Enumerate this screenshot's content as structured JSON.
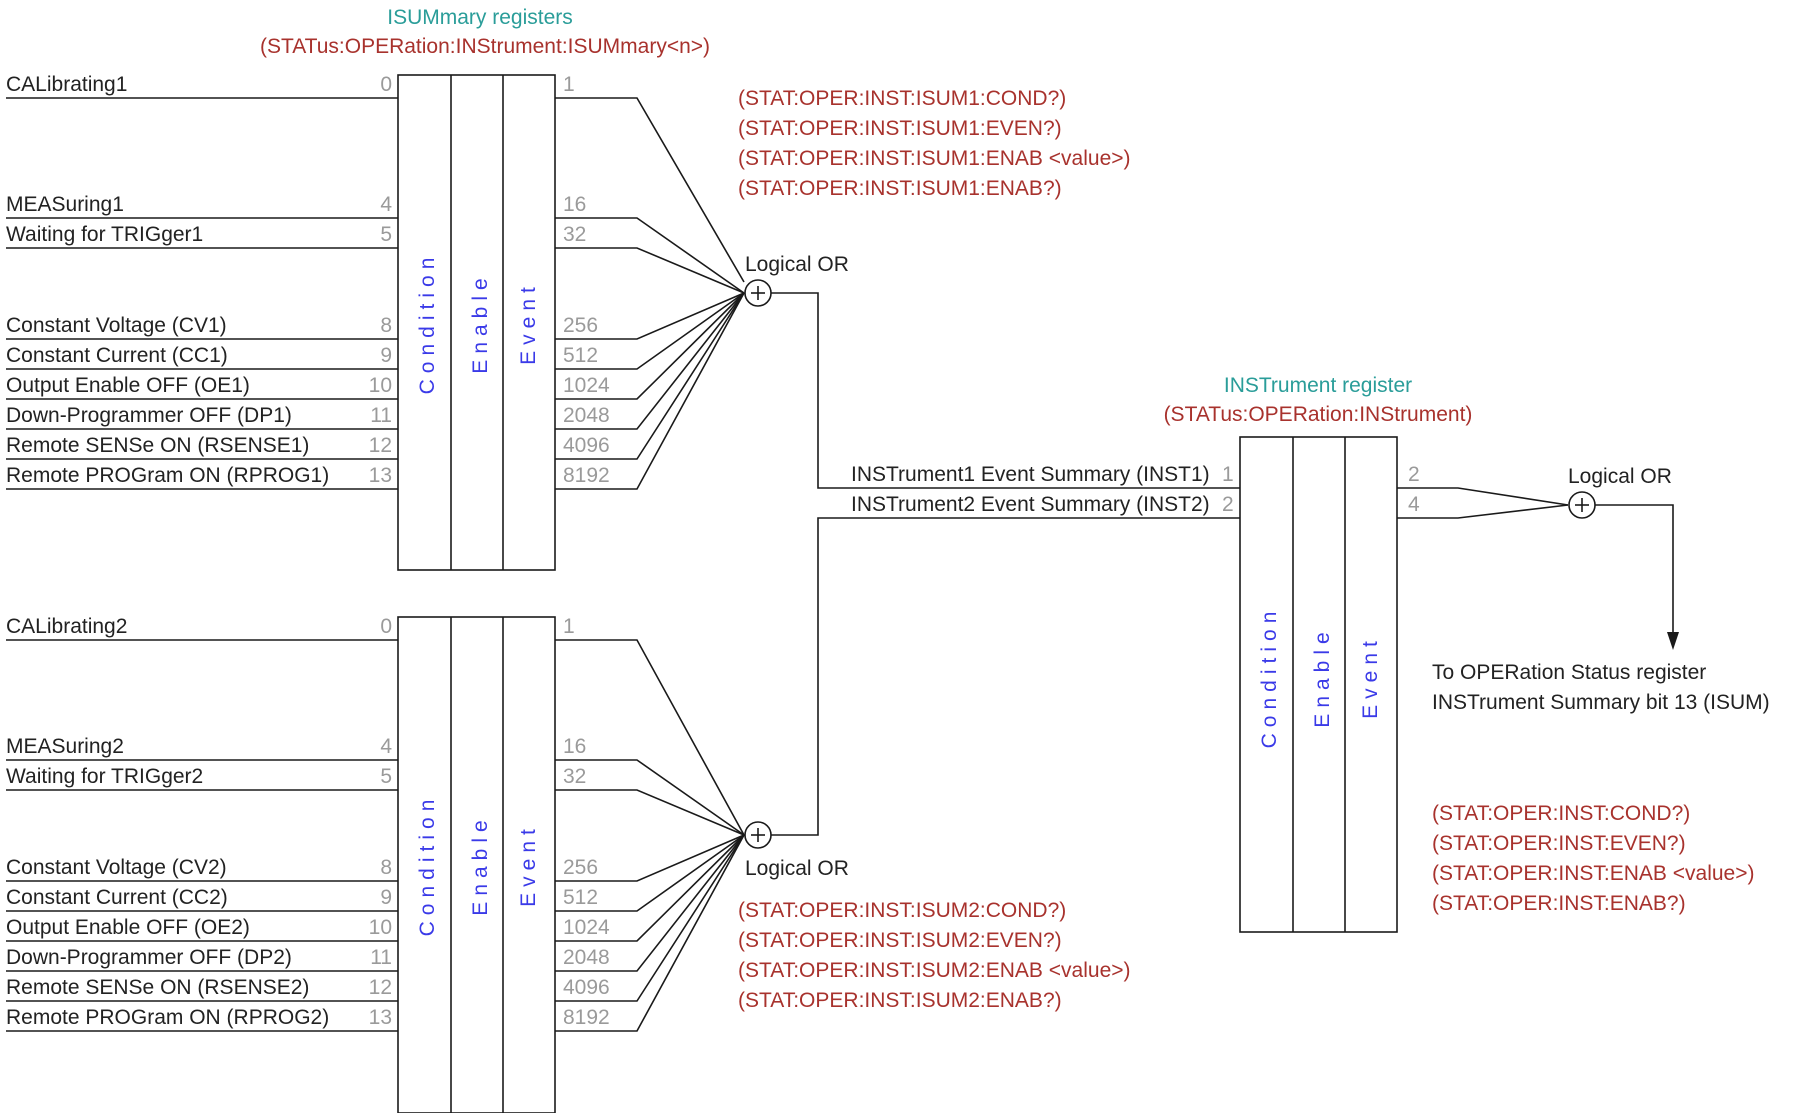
{
  "colors": {
    "title": "#2a9d99",
    "command": "#a8322d",
    "register_label": "#3a3ae8",
    "line": "#1a1a1a",
    "bit_number": "#9a9a9a",
    "text": "#222222"
  },
  "isummary": {
    "title": "ISUMmary registers",
    "subtitle": "(STATus:OPERation:INStrument:ISUMmary<n>)"
  },
  "register_labels": {
    "condition": "Condition",
    "enable": "Enable",
    "event": "Event"
  },
  "logical_or": "Logical OR",
  "blocks": [
    {
      "inputs": [
        {
          "label": "CALibrating1",
          "bit": "0",
          "value": "1"
        },
        {
          "label": "MEASuring1",
          "bit": "4",
          "value": "16"
        },
        {
          "label": "Waiting for TRIGger1",
          "bit": "5",
          "value": "32"
        },
        {
          "label": "Constant Voltage (CV1)",
          "bit": "8",
          "value": "256"
        },
        {
          "label": "Constant Current (CC1)",
          "bit": "9",
          "value": "512"
        },
        {
          "label": "Output Enable OFF (OE1)",
          "bit": "10",
          "value": "1024"
        },
        {
          "label": "Down-Programmer OFF (DP1)",
          "bit": "11",
          "value": "2048"
        },
        {
          "label": "Remote SENSe ON (RSENSE1)",
          "bit": "12",
          "value": "4096"
        },
        {
          "label": "Remote PROGram ON (RPROG1)",
          "bit": "13",
          "value": "8192"
        }
      ],
      "commands": [
        "(STAT:OPER:INST:ISUM1:COND?)",
        "(STAT:OPER:INST:ISUM1:EVEN?)",
        "(STAT:OPER:INST:ISUM1:ENAB <value>)",
        "(STAT:OPER:INST:ISUM1:ENAB?)"
      ]
    },
    {
      "inputs": [
        {
          "label": "CALibrating2",
          "bit": "0",
          "value": "1"
        },
        {
          "label": "MEASuring2",
          "bit": "4",
          "value": "16"
        },
        {
          "label": "Waiting for TRIGger2",
          "bit": "5",
          "value": "32"
        },
        {
          "label": "Constant Voltage (CV2)",
          "bit": "8",
          "value": "256"
        },
        {
          "label": "Constant Current (CC2)",
          "bit": "9",
          "value": "512"
        },
        {
          "label": "Output Enable OFF (OE2)",
          "bit": "10",
          "value": "1024"
        },
        {
          "label": "Down-Programmer OFF (DP2)",
          "bit": "11",
          "value": "2048"
        },
        {
          "label": "Remote SENSe ON (RSENSE2)",
          "bit": "12",
          "value": "4096"
        },
        {
          "label": "Remote PROGram ON (RPROG2)",
          "bit": "13",
          "value": "8192"
        }
      ],
      "commands": [
        "(STAT:OPER:INST:ISUM2:COND?)",
        "(STAT:OPER:INST:ISUM2:EVEN?)",
        "(STAT:OPER:INST:ISUM2:ENAB <value>)",
        "(STAT:OPER:INST:ISUM2:ENAB?)"
      ]
    }
  ],
  "instrument": {
    "title": "INSTrument register",
    "subtitle": "(STATus:OPERation:INStrument)",
    "inputs": [
      {
        "label": "INSTrument1 Event Summary (INST1)",
        "bit": "1",
        "value": "2"
      },
      {
        "label": "INSTrument2 Event Summary (INST2)",
        "bit": "2",
        "value": "4"
      }
    ],
    "output_lines": [
      "To OPERation Status register",
      "INSTrument Summary bit 13 (ISUM)"
    ],
    "commands": [
      "(STAT:OPER:INST:COND?)",
      "(STAT:OPER:INST:EVEN?)",
      "(STAT:OPER:INST:ENAB <value>)",
      "(STAT:OPER:INST:ENAB?)"
    ]
  }
}
